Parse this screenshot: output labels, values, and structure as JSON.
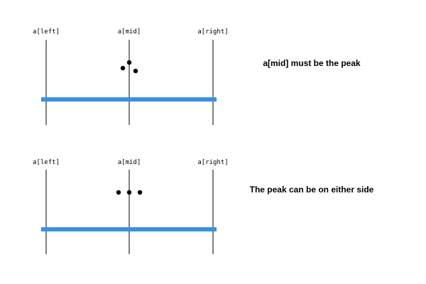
{
  "colors": {
    "bar": "#3d8fe0",
    "line": "#000000",
    "dot": "#000000",
    "background": "#ffffff"
  },
  "panels": [
    {
      "pointers": {
        "left": "a[left]",
        "mid": "a[mid]",
        "right": "a[right]"
      },
      "caption": "a[mid] must be the peak",
      "dots": "mid value higher than both neighbours"
    },
    {
      "pointers": {
        "left": "a[left]",
        "mid": "a[mid]",
        "right": "a[right]"
      },
      "caption": "The peak can be on either side",
      "dots": "mid value equal to both neighbours"
    }
  ]
}
